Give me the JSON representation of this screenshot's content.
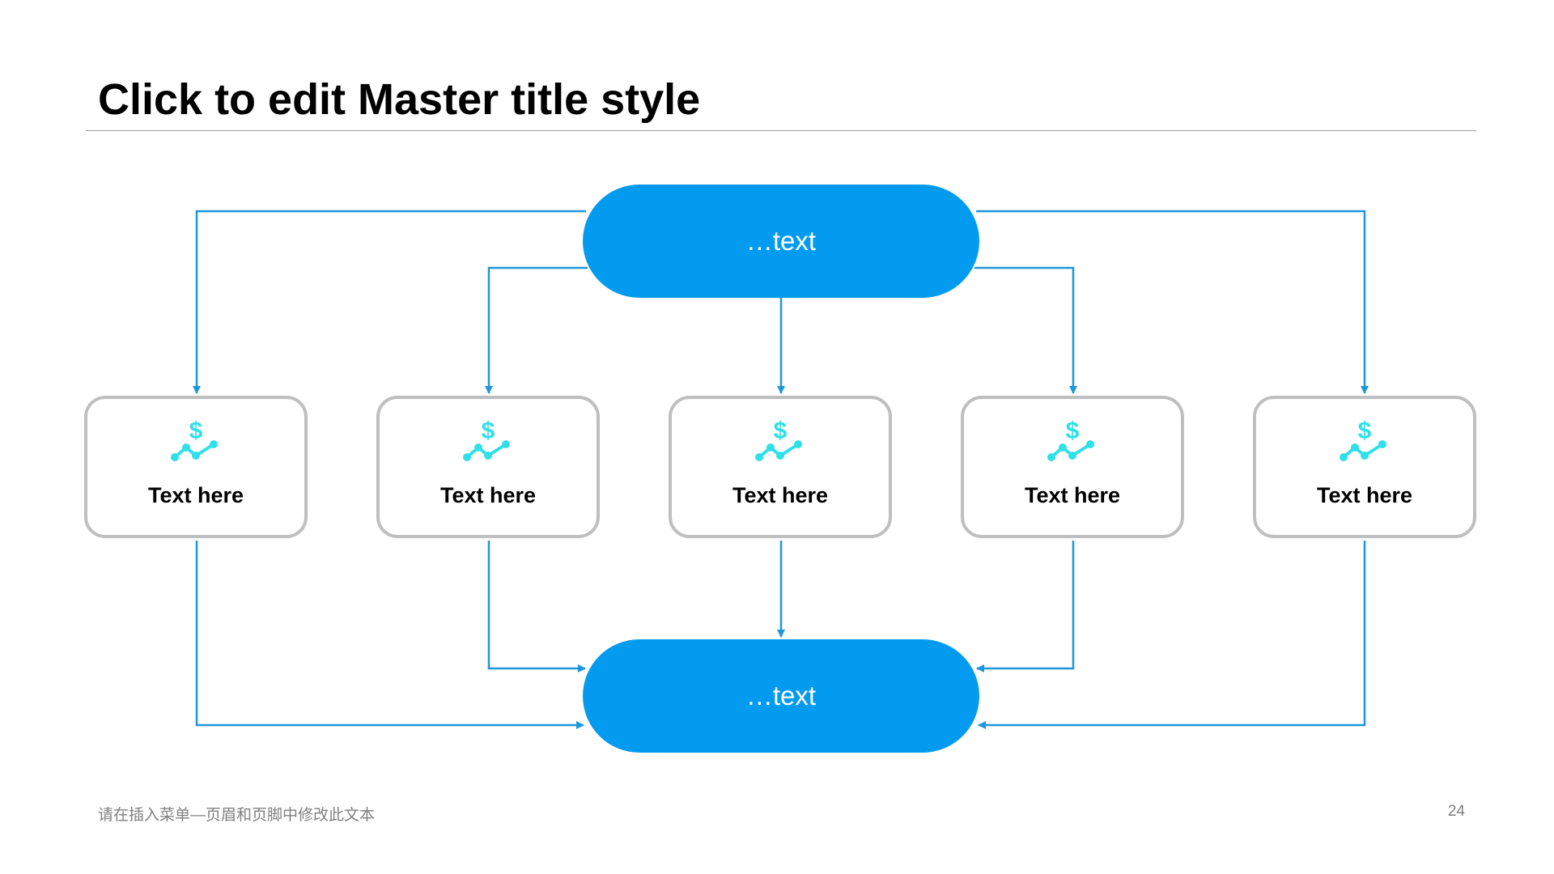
{
  "slide": {
    "title": "Click to edit Master title style",
    "footer": "请在插入菜单—页眉和页脚中修改此文本",
    "page_number": "24"
  },
  "diagram": {
    "top_node": {
      "label": "…text"
    },
    "bottom_node": {
      "label": "…text"
    },
    "steps": [
      {
        "label": "Text here",
        "icon": "dollar-trend-icon"
      },
      {
        "label": "Text here",
        "icon": "dollar-trend-icon"
      },
      {
        "label": "Text here",
        "icon": "dollar-trend-icon"
      },
      {
        "label": "Text here",
        "icon": "dollar-trend-icon"
      },
      {
        "label": "Text here",
        "icon": "dollar-trend-icon"
      }
    ]
  },
  "colors": {
    "pill_fill": "#039BEF",
    "connector": "#1E96DC",
    "box_border": "#BFBFBF",
    "icon": "#2FE0E8"
  }
}
